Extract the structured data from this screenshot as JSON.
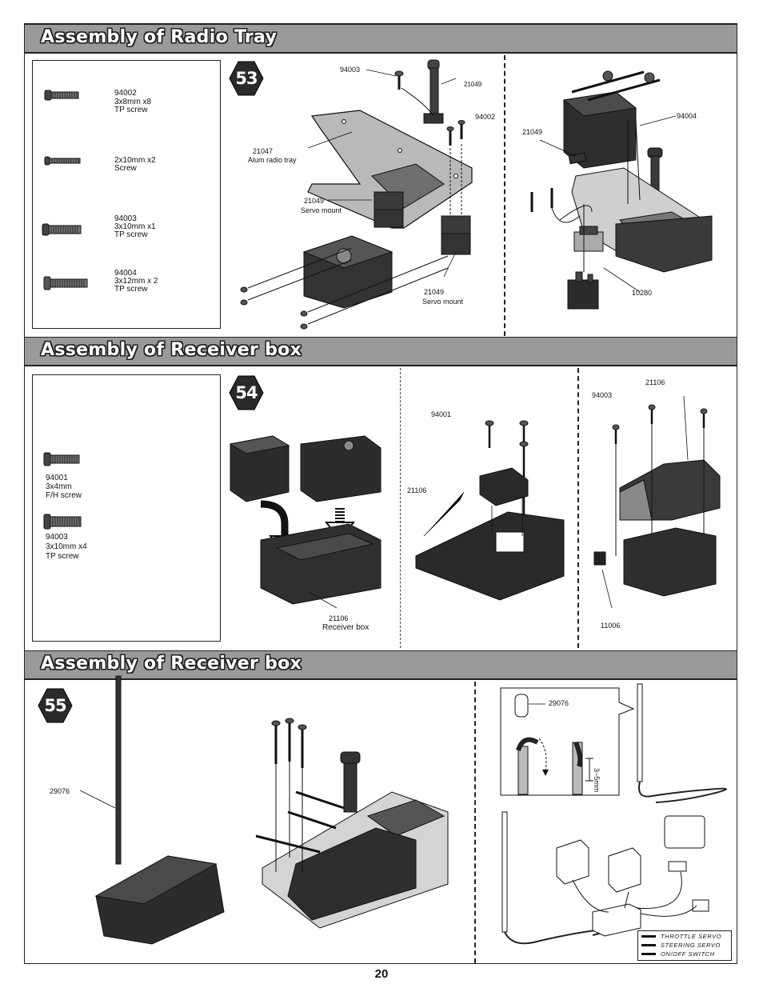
{
  "sections": {
    "radio_tray": {
      "title": "Assembly of Radio Tray",
      "step": "53"
    },
    "receiver_box_1": {
      "title": "Assembly of Receiver box",
      "step": "54"
    },
    "receiver_box_2": {
      "title": "Assembly of Receiver box",
      "step": "55"
    }
  },
  "step53": {
    "parts": [
      {
        "code": "94002",
        "desc1": "3x8mm x8",
        "desc2": "TP screw"
      },
      {
        "code": "",
        "desc1": "2x10mm x2",
        "desc2": "Screw"
      },
      {
        "code": "94003",
        "desc1": "3x10mm x1",
        "desc2": "TP screw"
      },
      {
        "code": "94004",
        "desc1": "3x12mm x 2",
        "desc2": "TP screw"
      }
    ],
    "callouts": {
      "c94003": "94003",
      "c21049a": "21049",
      "c94002": "94002",
      "c21047a": "21047",
      "c21047b": "Alum radio tray",
      "c21049b": "21049",
      "c21049b_sub": "Servo mount",
      "c21049c": "21049",
      "c21049c_sub": "Servo mount",
      "c21049d": "21049",
      "c94004": "94004",
      "c10280": "10280"
    }
  },
  "step54": {
    "parts": [
      {
        "code": "94001",
        "desc1": "3x4mm",
        "desc2": "F/H screw"
      },
      {
        "code": "94003",
        "desc1": "3x10mm x4",
        "desc2": "TP screw"
      }
    ],
    "callouts": {
      "c21106a": "21106",
      "c21106a_sub": "Receiver box",
      "c94001": "94001",
      "c21106b": "21106",
      "c21106c": "21106",
      "c94003": "94003",
      "c11006": "11006"
    }
  },
  "step55": {
    "callouts": {
      "c29076a": "29076",
      "c29076b": "29076",
      "cut_length": "3~5mm"
    },
    "legend": [
      "THROTTLE SERVO",
      "STEERING SERVO",
      "ON/OFF SWITCH"
    ]
  },
  "page_number": "20"
}
